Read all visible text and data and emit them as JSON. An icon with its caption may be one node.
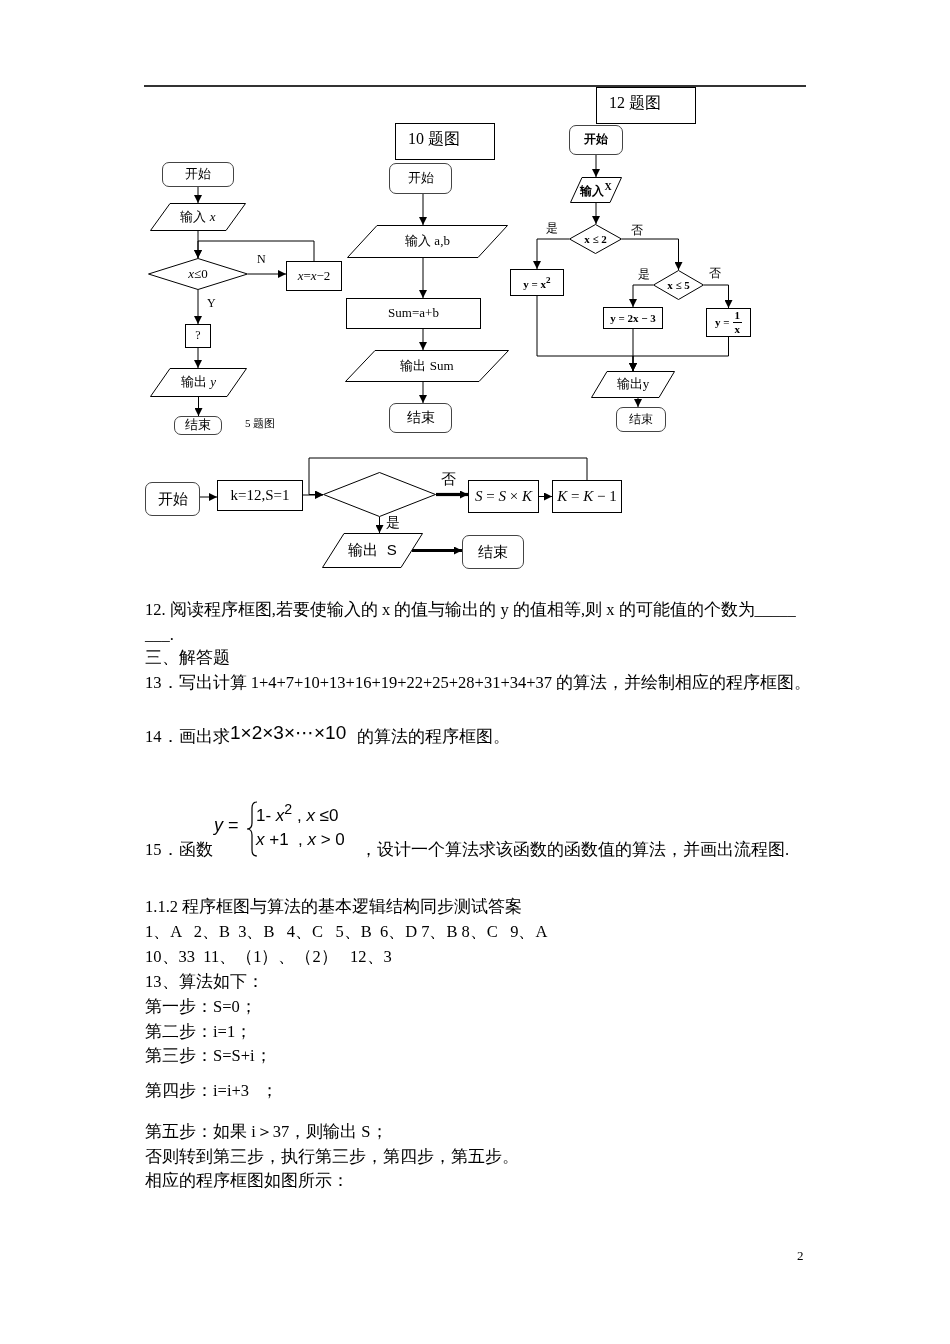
{
  "diagram": {
    "nodes": [
      {
        "text": [
          "开始"
        ]
      },
      {
        "text": [
          "输入 *x*"
        ]
      },
      {
        "text": [
          "*x*≤0"
        ]
      },
      {
        "text": [
          "*x*=*x*−2"
        ]
      },
      {
        "text": [
          "?"
        ]
      },
      {
        "text": [
          "输出 *y*"
        ]
      },
      {
        "text": [
          "结束"
        ]
      },
      {
        "text": [
          "10 题图"
        ]
      },
      {
        "text": [
          "开始"
        ]
      },
      {
        "text": [
          "输入 a,b"
        ]
      },
      {
        "text": [
          "Sum=a+b"
        ]
      },
      {
        "text": [
          "输出 Sum"
        ]
      },
      {
        "text": [
          "结束"
        ]
      },
      {
        "text": [
          "12 题图"
        ]
      },
      {
        "text": [
          "开始"
        ]
      },
      {
        "text": [
          "输入$^{X}$"
        ]
      },
      {
        "text": [
          "x ≤ 2"
        ]
      },
      {
        "text": [
          "y = x$^{2}$"
        ]
      },
      {
        "text": [
          "x ≤ 5"
        ]
      },
      {
        "text": [
          "y = 2x − 3"
        ]
      },
      {
        "text": [
          "y =",
          "1",
          "x"
        ]
      },
      {
        "text": [
          "输出y"
        ]
      },
      {
        "text": [
          "结束"
        ]
      },
      {
        "text": [
          "开始"
        ]
      },
      {
        "text": [
          "k=12,S=1"
        ]
      },
      {
        "text": [],
        "shape": "diamond"
      },
      {
        "text": [
          "*S* = *S* × *K*"
        ]
      },
      {
        "text": [
          "*K* = *K* − 1"
        ]
      },
      {
        "text": [
          "输出  S"
        ]
      },
      {
        "text": [
          "结束"
        ]
      }
    ],
    "edges": [
      {
        "from": 0,
        "to": 1,
        "arrow": "to"
      },
      {
        "from": 1,
        "to": 2,
        "arrow": "to"
      },
      {
        "from": 2,
        "to": 3,
        "arrow": "to",
        "label": "N"
      },
      {
        "from": 3,
        "to": 2,
        "arrow": "to"
      },
      {
        "from": 2,
        "to": 4,
        "arrow": "to",
        "label": "Y"
      },
      {
        "from": 4,
        "to": 5,
        "arrow": "to"
      },
      {
        "from": 5,
        "to": 6,
        "arrow": "to"
      },
      {
        "from": 8,
        "to": 9,
        "arrow": "to"
      },
      {
        "from": 9,
        "to": 10,
        "arrow": "to"
      },
      {
        "from": 10,
        "to": 11,
        "arrow": "to"
      },
      {
        "from": 11,
        "to": 12,
        "arrow": "to"
      },
      {
        "from": 14,
        "to": 15,
        "arrow": "to"
      },
      {
        "from": 15,
        "to": 16,
        "arrow": "to"
      },
      {
        "from": 16,
        "to": 17,
        "arrow": "to",
        "label": "是"
      },
      {
        "from": 16,
        "to": 18,
        "arrow": "to",
        "label": "否"
      },
      {
        "from": 18,
        "to": 19,
        "arrow": "to",
        "label": "是"
      },
      {
        "from": 18,
        "to": 20,
        "arrow": "to",
        "label": "否"
      },
      {
        "from": 17,
        "to": 21,
        "arrow": "to"
      },
      {
        "from": 19,
        "to": 21,
        "arrow": "to"
      },
      {
        "from": 20,
        "to": 21,
        "arrow": "to"
      },
      {
        "from": 21,
        "to": 22,
        "arrow": "to"
      },
      {
        "from": 23,
        "to": 24,
        "arrow": "to"
      },
      {
        "from": 24,
        "to": 25,
        "arrow": "to"
      },
      {
        "from": 25,
        "to": 26,
        "arrow": "to",
        "label": "否",
        "style": "thick"
      },
      {
        "from": 26,
        "to": 27,
        "arrow": "to"
      },
      {
        "from": 27,
        "to": 25,
        "arrow": "to"
      },
      {
        "from": 25,
        "to": 28,
        "arrow": "to",
        "label": "是"
      },
      {
        "from": 28,
        "to": 29,
        "arrow": "to",
        "style": "thick"
      }
    ],
    "labels": [
      "5 题图",
      "12. 阅读程序框图,若要使输入的 x 的值与输出的 y 的值相等,则 x 的可能值的个数为________.",
      "三、解答题",
      "13．写出计算 1+4+7+10+13+16+19+22+25+28+31+34+37 的算法，并绘制相应的程序框图。",
      "14．画出求",
      "1×2×3×⋯×10",
      "的算法的程序框图。",
      "*y* =",
      "1- *x*$^{2}$ , *x* ≤0",
      "*x* +1  , *x* > 0",
      "15．函数",
      "，设计一个算法求该函数的函数值的算法，并画出流程图.",
      "1.1.2 程序框图与算法的基本逻辑结构同步测试答案",
      "1、A   2、B  3、B   4、C   5、B  6、D 7、B 8、C   9、A",
      "10、33  11、（1）、（2）   12、3",
      "13、算法如下：",
      "第一步：S=0；",
      "第二步：i=1；",
      "第三步：S=S+i；",
      "第四步：i=i+3   ；",
      "第五步：如果 i＞37，则输出 S；",
      "否则转到第三步，执行第三步，第四步，第五步。",
      "相应的程序框图如图所示：",
      "2"
    ]
  }
}
